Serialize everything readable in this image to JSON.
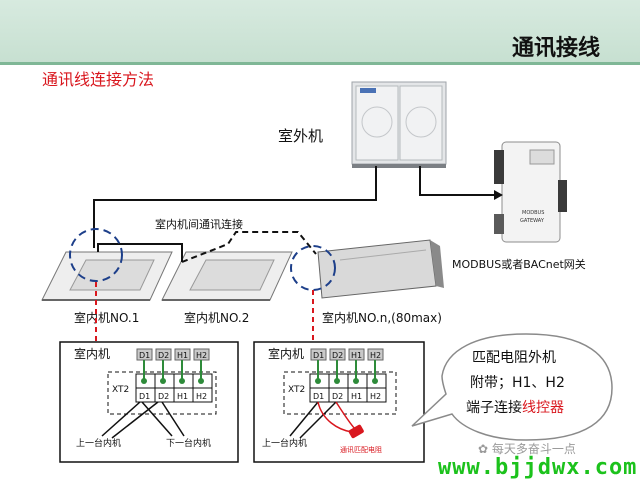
{
  "header": {
    "title": "通讯接线"
  },
  "section_heading": "通讯线连接方法",
  "outdoor_unit": {
    "label": "室外机"
  },
  "gateway": {
    "label": "MODBUS或者BACnet网关",
    "device_text_line1": "MODBUS",
    "device_text_line2": "GATEWAY"
  },
  "indoor_link_label": "室内机间通讯连接",
  "indoor_units": [
    {
      "label": "室内机NO.1"
    },
    {
      "label": "室内机NO.2"
    },
    {
      "label": "室内机NO.n,(80max)"
    }
  ],
  "terminal_panels": [
    {
      "title": "室内机",
      "block_label": "XT2",
      "top_terminals": [
        "D1",
        "D2",
        "H1",
        "H2"
      ],
      "bottom_terminals": [
        "D1",
        "D2",
        "H1",
        "H2"
      ],
      "left_note": "上一台内机",
      "right_note": "下一台内机"
    },
    {
      "title": "室内机",
      "block_label": "XT2",
      "top_terminals": [
        "D1",
        "D2",
        "H1",
        "H2"
      ],
      "bottom_terminals": [
        "D1",
        "D2",
        "H1",
        "H2"
      ],
      "left_note": "上一台内机",
      "resistor_note": "通讯匹配电阻"
    }
  ],
  "callout": {
    "line1": "匹配电阻外机",
    "line2": "附带；H1、H2",
    "line3_prefix": "端子连接",
    "line3_highlight": "线控器"
  },
  "wechat_tag": "每天多奋斗一点",
  "watermark": "www.bjjdwx.com",
  "colors": {
    "header_bg": "#c7e0d1",
    "accent_red": "#d9171e",
    "terminal_green": "#2e8b3a",
    "watermark_green": "#1cc21c"
  }
}
